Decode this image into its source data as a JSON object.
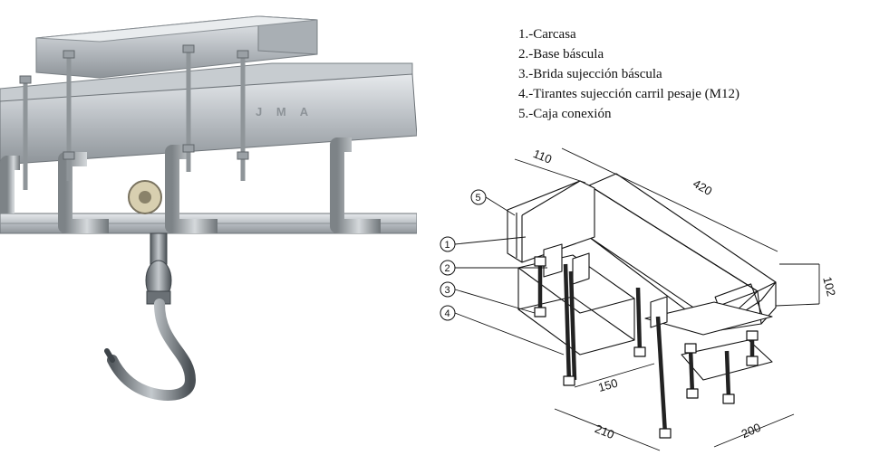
{
  "legend": [
    "1.-Carcasa",
    "2.-Base báscula",
    "3.-Brida sujección báscula",
    "4.-Tirantes sujección carril pesaje (M12)",
    "5.-Caja conexión"
  ],
  "drawing": {
    "dimensions": {
      "d110": "110",
      "d420": "420",
      "d102": "102",
      "d150": "150",
      "d210": "210",
      "d200": "200"
    },
    "callouts": [
      "1",
      "2",
      "3",
      "4",
      "5"
    ]
  },
  "photo": {
    "rail_marking": "J M A"
  }
}
